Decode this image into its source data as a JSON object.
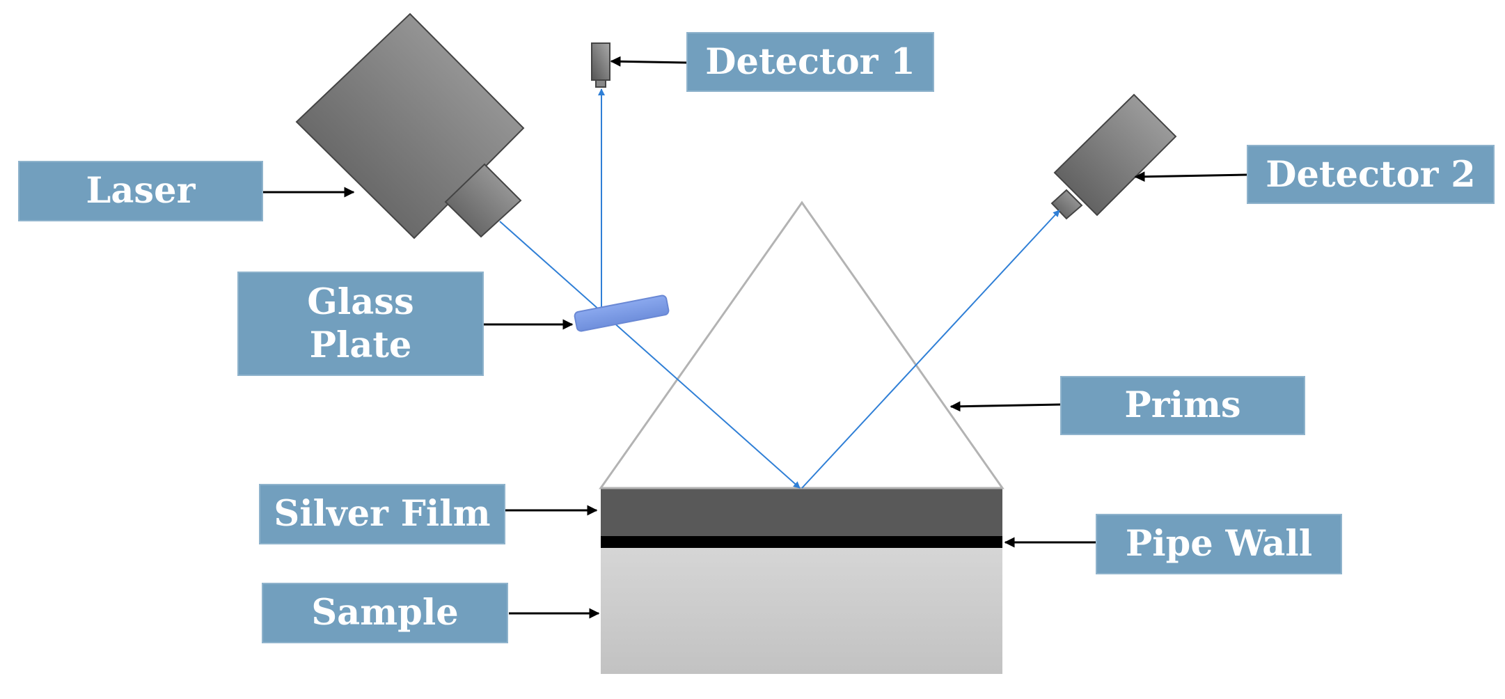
{
  "labels": {
    "detector1": "Detector 1",
    "detector2": "Detector 2",
    "laser": "Laser",
    "glass_plate_line1": "Glass",
    "glass_plate_line2": "Plate",
    "prism": "Prims",
    "silver_film": "Silver Film",
    "pipe_wall": "Pipe Wall",
    "sample": "Sample"
  },
  "colors": {
    "label_box": "#729fbe",
    "label_text": "#ffffff",
    "beam": "#2f7fd6",
    "arrow": "#000000",
    "prism_outline": "#b3b3b3",
    "silver_film": "#595959",
    "pipe_wall": "#000000",
    "sample_top": "#d4d4d4",
    "sample_bottom": "#c4c4c4",
    "device_dark": "#555555",
    "device_light": "#a8a8a8",
    "glass_plate": "#7f9ee6"
  }
}
